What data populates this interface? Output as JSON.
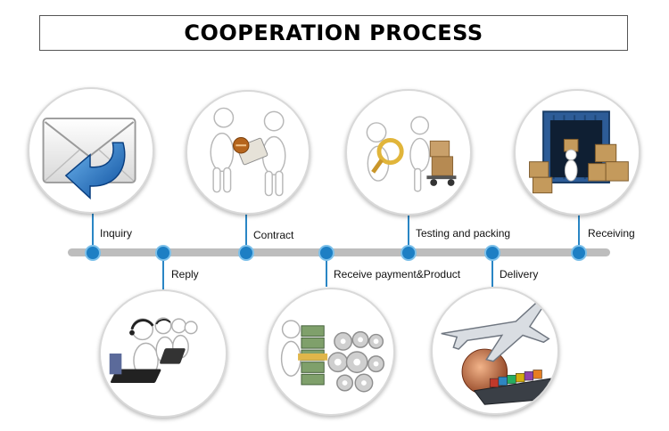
{
  "title": "COOPERATION PROCESS",
  "steps": [
    {
      "label": "Inquiry",
      "illustration": "envelope-reply-icon"
    },
    {
      "label": "Reply",
      "illustration": "call-center-icon"
    },
    {
      "label": "Contract",
      "illustration": "contract-handshake-icon"
    },
    {
      "label": "Receive payment&Product",
      "illustration": "payment-gears-icon"
    },
    {
      "label": "Testing and packing",
      "illustration": "magnifier-inspection-icon"
    },
    {
      "label": "Delivery",
      "illustration": "airplane-globe-ship-icon"
    },
    {
      "label": "Receiving",
      "illustration": "container-boxes-icon"
    }
  ],
  "colors": {
    "timeline": "#bdbdbd",
    "node": "#1d7fc4",
    "node_ring": "#7cc0ea",
    "connector": "#2a86c5"
  }
}
